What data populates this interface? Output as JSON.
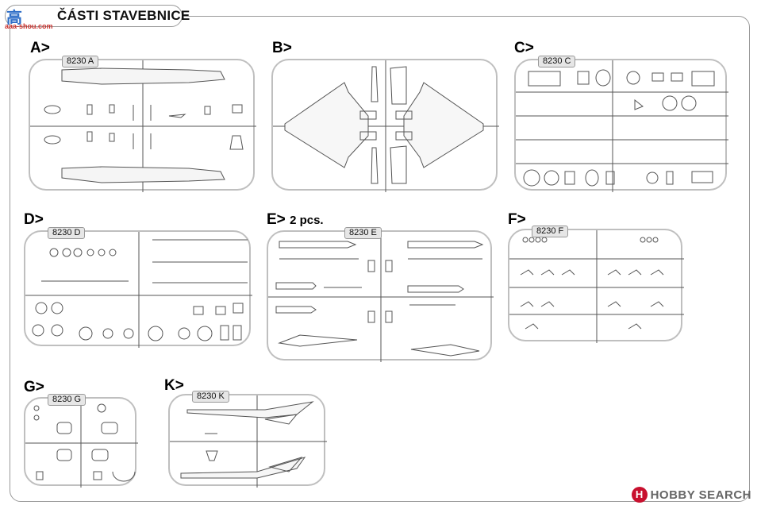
{
  "header": {
    "title": "ČÁSTI STAVEBNICE",
    "logo_cn": "高",
    "logo_sub": "aaa-shou.com"
  },
  "sections": {
    "a": {
      "label": "A>",
      "code": "8230 A"
    },
    "b": {
      "label": "B>",
      "code": ""
    },
    "c": {
      "label": "C>",
      "code": "8230 C"
    },
    "d": {
      "label": "D>",
      "code": "8230 D"
    },
    "e": {
      "label": "E>",
      "extra": "2 pcs.",
      "code": "8230 E"
    },
    "f": {
      "label": "F>",
      "code": "8230 F"
    },
    "g": {
      "label": "G>",
      "code": "8230 G"
    },
    "k": {
      "label": "K>",
      "code": "8230 K"
    }
  },
  "watermark": {
    "icon": "H",
    "text": "HOBBY SEARCH"
  },
  "colors": {
    "frame": "#9a9a9a",
    "sprue": "#bfbfbf",
    "parts": "#555555"
  }
}
